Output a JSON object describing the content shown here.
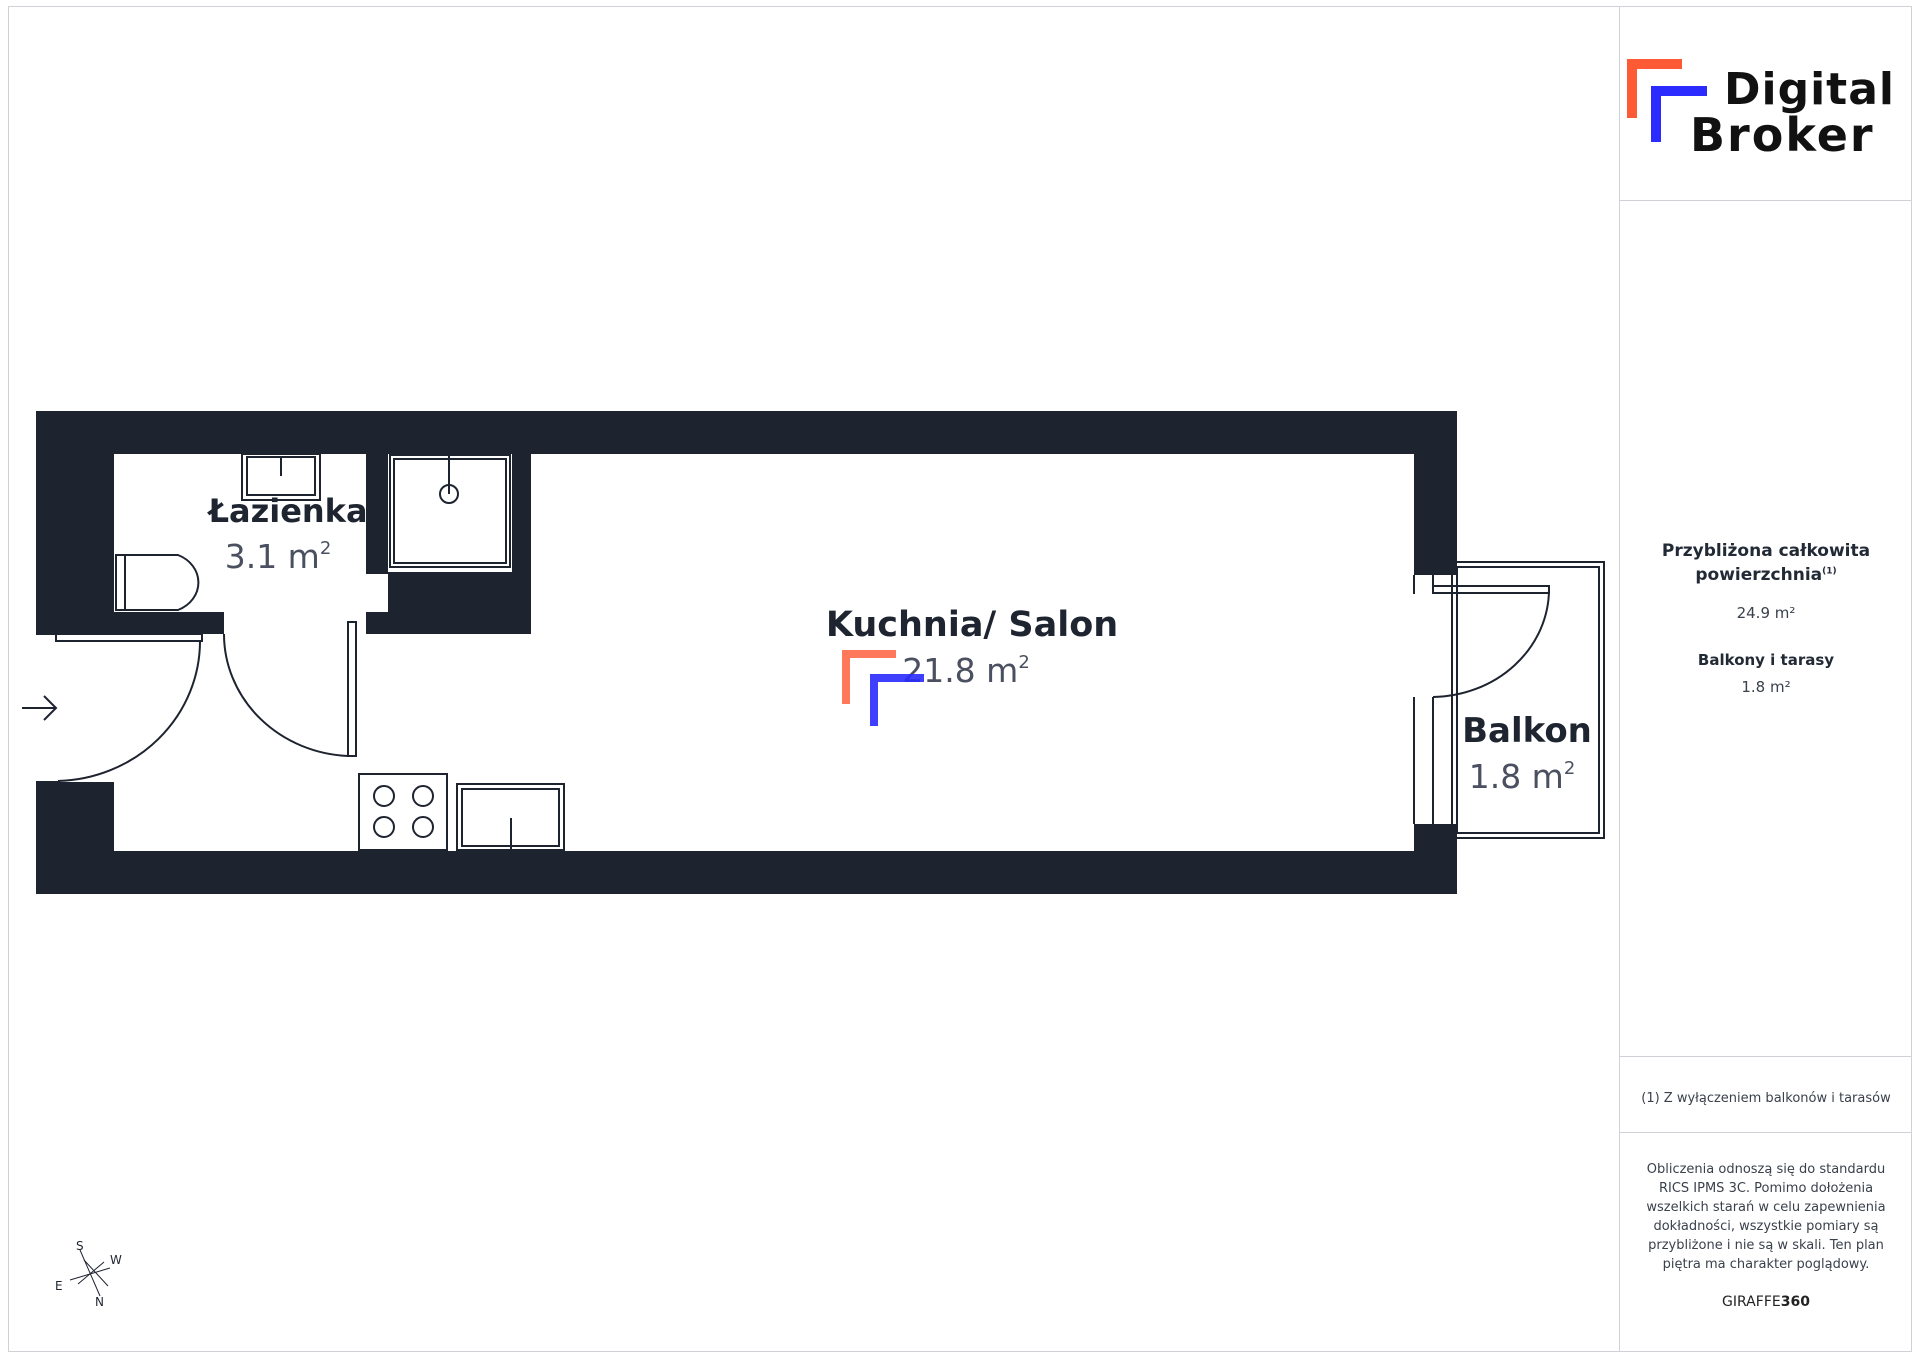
{
  "logo": {
    "word1": "Digital",
    "word2": "Broker",
    "accent_orange": "#ff5a36",
    "accent_blue": "#2b2bff"
  },
  "rooms": {
    "bathroom": {
      "name": "Łazienka",
      "area": "3.1 m",
      "sup": "2"
    },
    "living": {
      "name": "Kuchnia/ Salon",
      "area": "21.8 m",
      "sup": "2"
    },
    "balcony": {
      "name": "Balkon",
      "area": "1.8 m",
      "sup": "2"
    }
  },
  "summary": {
    "total_label_line1": "Przybliżona całkowita",
    "total_label_line2": "powierzchnia",
    "total_footnote_mark": "(1)",
    "total_value": "24.9 m²",
    "balconies_label": "Balkony i tarasy",
    "balconies_value": "1.8 m²"
  },
  "footnote": "(1) Z wyłączeniem balkonów i tarasów",
  "disclaimer": [
    "Obliczenia odnoszą się do standardu",
    "RICS IPMS 3C. Pomimo dołożenia",
    "wszelkich starań w celu zapewnienia",
    "dokładności, wszystkie pomiary są",
    "przybliżone i nie są w skali. Ten plan",
    "piętra ma charakter poglądowy."
  ],
  "brand_footer": {
    "part1": "GIRAFFE",
    "part2": "360"
  },
  "compass": {
    "s": "S",
    "w": "W",
    "e": "E",
    "n": "N"
  },
  "colors": {
    "wall": "#1e2330",
    "line": "#1e2330"
  }
}
